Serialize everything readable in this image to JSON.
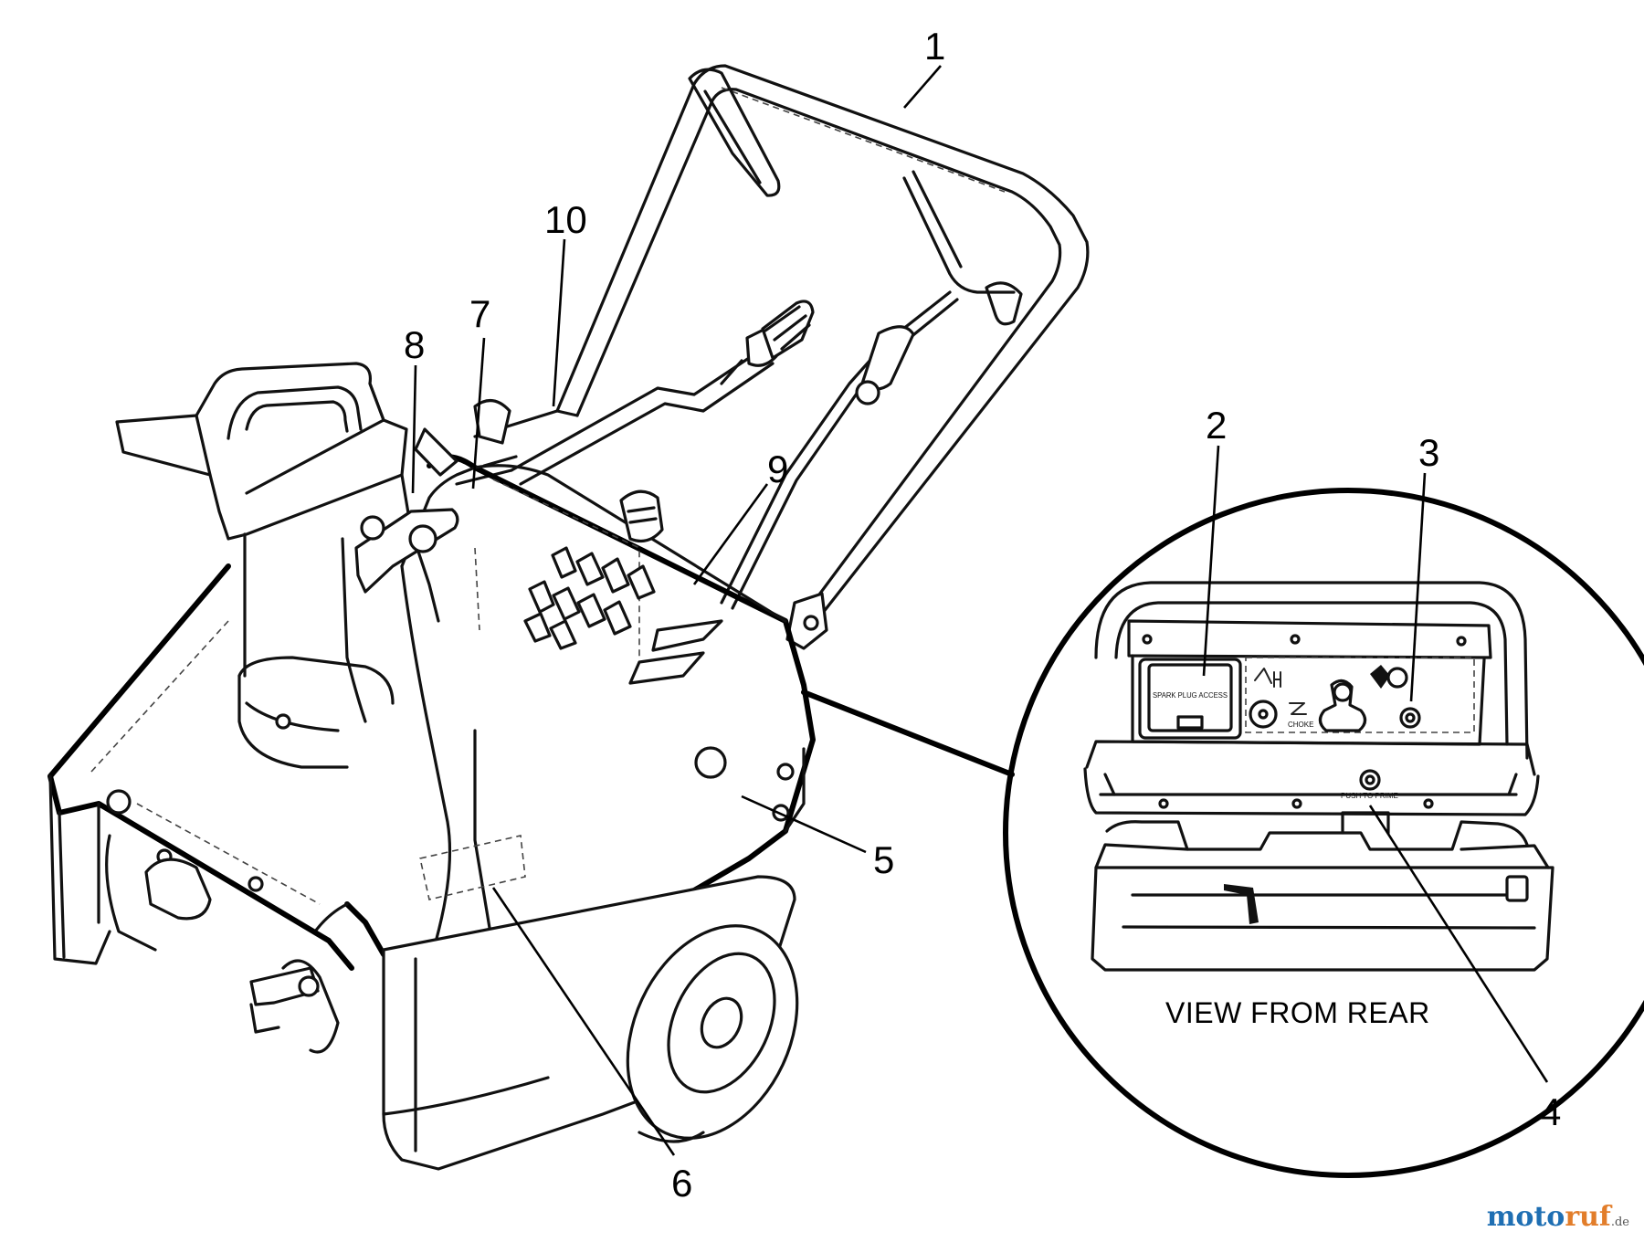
{
  "callouts": [
    {
      "id": "1",
      "label": "1"
    },
    {
      "id": "2",
      "label": "2"
    },
    {
      "id": "3",
      "label": "3"
    },
    {
      "id": "4",
      "label": "4"
    },
    {
      "id": "5",
      "label": "5"
    },
    {
      "id": "6",
      "label": "6"
    },
    {
      "id": "7",
      "label": "7"
    },
    {
      "id": "8",
      "label": "8"
    },
    {
      "id": "9",
      "label": "9"
    },
    {
      "id": "10",
      "label": "10"
    }
  ],
  "inset": {
    "caption": "VIEW FROM REAR",
    "decal_text": "SPARK PLUG ACCESS",
    "choke_text": "CHOKE",
    "primer_text": "PUSH TO PRIME"
  },
  "watermark": {
    "part1": "moto",
    "part2": "ruf",
    "suffix": ".de"
  }
}
